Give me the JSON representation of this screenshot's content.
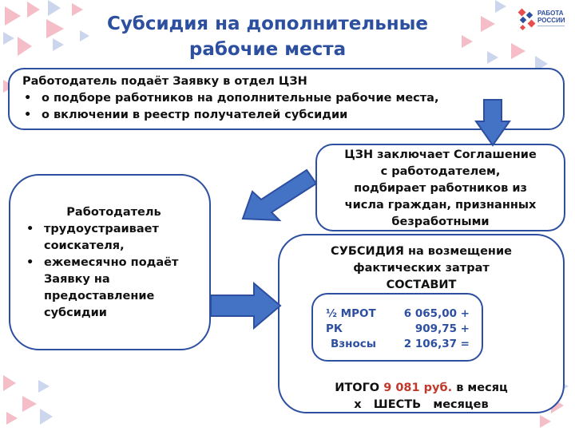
{
  "title": {
    "line1": "Субсидия на дополнительные",
    "line2": "рабочие места"
  },
  "logo": {
    "line1": "РАБОТА",
    "line2": "РОССИИ"
  },
  "colors": {
    "primary": "#2d4fa0",
    "arrow_fill": "#4472c4",
    "accent_red": "#c0392b",
    "deco_pink": "#f4b6c2",
    "deco_blue": "#c9d4ec"
  },
  "box1": {
    "header": "Работодатель подаёт Заявку в отдел ЦЗН",
    "items": [
      "о подборе работников на дополнительные рабочие места,",
      "о включении в реестр получателей субсидии"
    ]
  },
  "box2": {
    "lines": [
      "ЦЗН заключает Соглашение",
      "с работодателем,",
      "подбирает работников из",
      "числа граждан, признанных",
      "безработными"
    ]
  },
  "box3": {
    "header": "Работодатель",
    "items": [
      "трудоустраивает соискателя,",
      "ежемесячно подаёт Заявку на предоставление субсидии"
    ]
  },
  "box4": {
    "lines": [
      "СУБСИДИЯ  на возмещение",
      "фактических затрат",
      "СОСТАВИТ"
    ],
    "calc": [
      {
        "label": "½ МРОТ",
        "value": "6 065,00 +"
      },
      {
        "label": "РК",
        "value": "909,75 +"
      },
      {
        "label": "Взносы",
        "value": "2 106,37 ="
      }
    ],
    "total": {
      "prefix": "ИТОГО",
      "amount": "9 081 руб.",
      "suffix": "в месяц",
      "line2": "х   ШЕСТЬ   месяцев"
    }
  }
}
